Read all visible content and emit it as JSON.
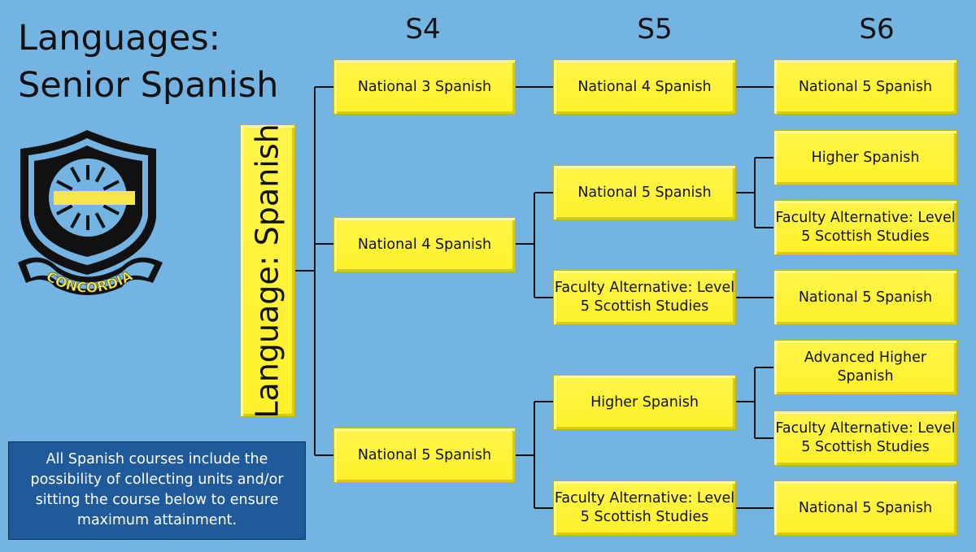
{
  "title": {
    "line1": "Languages:",
    "line2": "Senior Spanish"
  },
  "headers": {
    "s4": "S4",
    "s5": "S5",
    "s6": "S6"
  },
  "logo": {
    "text": "CONCORDIA"
  },
  "root": "Language: Spanish",
  "s4": [
    "National 3 Spanish",
    "National 4 Spanish",
    "National 5 Spanish"
  ],
  "s5": [
    "National 4 Spanish",
    "National 5 Spanish",
    "Faculty Alternative: Level 5 Scottish Studies",
    "Higher Spanish",
    "Faculty Alternative: Level 5 Scottish Studies"
  ],
  "s6": [
    "National 5 Spanish",
    "Higher Spanish",
    "Faculty Alternative: Level 5 Scottish Studies",
    "National 5 Spanish",
    "Advanced Higher Spanish",
    "Faculty Alternative: Level 5 Scottish Studies",
    "National 5 Spanish"
  ],
  "note": "All Spanish courses include the possibility of collecting units and/or sitting the course below to ensure maximum attainment.",
  "colors": {
    "background": "#74b4e2",
    "box": "#fff22e",
    "note": "#1f5b9a"
  }
}
